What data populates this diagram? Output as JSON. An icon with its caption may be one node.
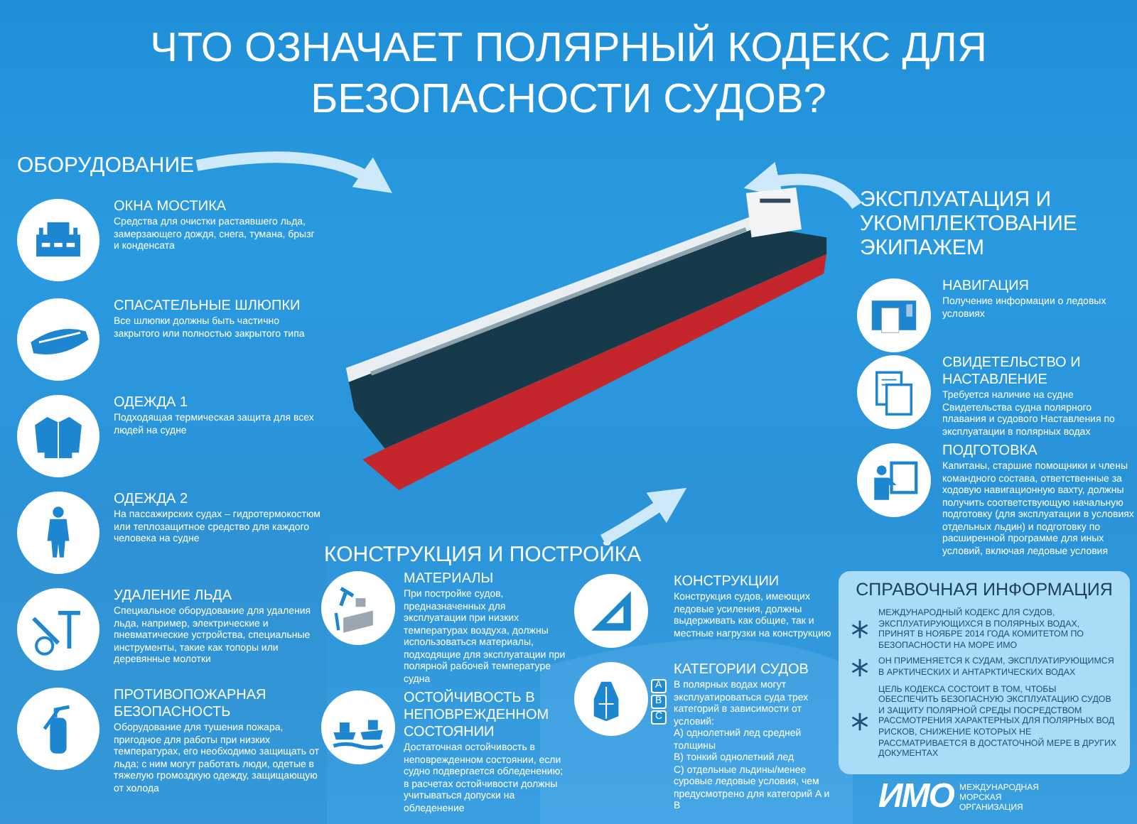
{
  "diagram": {
    "title": "ЧТО ОЗНАЧАЕТ ПОЛЯРНЫЙ КОДЕКС ДЛЯ БЕЗОПАСНОСТИ СУДОВ?",
    "nodes": [
      {
        "text": [
          "ОБОРУДОВАНИЕ"
        ]
      },
      {
        "text": [
          "ОКНА МОСТИКА",
          "Средства для очистки растаявшего льда, замерзающего дождя, снега, тумана, брызг и конденсата"
        ]
      },
      {
        "text": [
          "СПАСАТЕЛЬНЫЕ ШЛЮПКИ",
          "Все шлюпки должны быть частично закрытого или полностью закрытого типа"
        ]
      },
      {
        "text": [
          "ОДЕЖДА 1",
          "Подходящая термическая защита для всех людей на судне"
        ]
      },
      {
        "text": [
          "ОДЕЖДА 2",
          "На пассажирских судах – гидротермокостюм или теплозащитное средство для каждого человека на судне"
        ]
      },
      {
        "text": [
          "УДАЛЕНИЕ ЛЬДА",
          "Специальное оборудование для удаления льда, например, электрические и пневматические устройства, специальные инструменты, такие как топоры или деревянные молотки"
        ]
      },
      {
        "text": [
          "ПРОТИВОПОЖАРНАЯ БЕЗОПАСНОСТЬ",
          "Оборудование для тушения пожара, пригодное для работы при низких температурах, его необходимо защищать от льда; с ним могут работать люди, одетые в тяжелую громоздкую одежду, защищающую от холода"
        ]
      },
      {
        "text": [],
        "shape": "picture"
      },
      {
        "text": [
          "ЭКСПЛУАТАЦИЯ И УКОМПЛЕКТОВАНИЕ ЭКИПАЖЕМ"
        ]
      },
      {
        "text": [
          "НАВИГАЦИЯ",
          "Получение информации о ледовых условиях"
        ]
      },
      {
        "text": [
          "СВИДЕТЕЛЬСТВО И НАСТАВЛЕНИЕ",
          "Требуется наличие на судне Свидетельства судна полярного плавания и судового Наставления по эксплуатации в полярных водах"
        ]
      },
      {
        "text": [
          "ПОДГОТОВКА",
          "Капитаны, старшие помощники и члены командного состава, ответственные за ходовую навигационную вахту, должны получить соответствующую начальную подготовку (для эксплуатации в условиях отдельных льдин) и подготовку по расширенной программе для иных условий, включая ледовые условия"
        ]
      },
      {
        "text": [
          "КОНСТРУКЦИЯ И ПОСТРОЙКА"
        ]
      },
      {
        "text": [
          "МАТЕРИАЛЫ",
          "При постройке судов, предназначенных для эксплуатации при низких температурах воздуха, должны использоваться материалы, подходящие для эксплуатации при полярной рабочей температуре судна"
        ]
      },
      {
        "text": [
          "КОНСТРУКЦИИ",
          "Конструкция судов, имеющих ледовые усиления, должны выдерживать как общие, так и местные нагрузки на конструкцию"
        ]
      },
      {
        "text": [
          "ОСТОЙЧИВОСТЬ В НЕПОВРЕЖДЕННОМ СОСТОЯНИИ",
          "Достаточная остойчивость в неповрежденном состоянии, если судно подвергается обледенению; в расчетах остойчивости должны учитываться допуски на обледенение"
        ]
      },
      {
        "text": [
          "КАТЕГОРИИ СУДОВ",
          "В полярных водах могут эксплуатироваться суда трех категорий в зависимости от условий:",
          "A) однолетний лед средней толщины",
          "B) тонкий однолетний лед",
          "C) отдельные льдины/менее суровые ледовые условия, чем предусмотрено для категорий A и B"
        ]
      },
      {
        "text": [
          "СПРАВОЧНАЯ ИНФОРМАЦИЯ",
          "МЕЖДУНАРОДНЫЙ КОДЕКС ДЛЯ СУДОВ, ЭКСПЛУАТИРУЮЩИХСЯ В ПОЛЯРНЫХ ВОДАХ, ПРИНЯТ В НОЯБРЕ 2014 ГОДА КОМИТЕТОМ ПО БЕЗОПАСНОСТИ НА МОРЕ ИМО",
          "ОН ПРИМЕНЯЕТСЯ К СУДАМ, ЭКСПЛУАТИРУЮЩИМСЯ В АРКТИЧЕСКИХ И АНТАРКТИЧЕСКИХ ВОДАХ",
          "ЦЕЛЬ КОДЕКСА СОСТОИТ В ТОМ, ЧТОБЫ ОБЕСПЕЧИТЬ БЕЗОПАСНУЮ ЭКСПЛУАТАЦИЮ СУДОВ И ЗАЩИТУ ПОЛЯРНОЙ СРЕДЫ ПОСРЕДСТВОМ РАССМОТРЕНИЯ ХАРАКТЕРНЫХ ДЛЯ ПОЛЯРНЫХ ВОД РИСКОВ, СНИЖЕНИЕ КОТОРЫХ НЕ РАССМАТРИВАЕТСЯ В ДОСТАТОЧНОЙ МЕРЕ В ДРУГИХ ДОКУМЕНТАХ"
        ]
      }
    ],
    "edges": [
      {
        "from": 0,
        "to": 7,
        "arrow": "to"
      },
      {
        "from": 8,
        "to": 7,
        "arrow": "to"
      },
      {
        "from": 12,
        "to": 7,
        "arrow": "to"
      }
    ],
    "labels": [
      "A",
      "B",
      "C",
      "ИМО",
      "МЕЖДУНАРОДНАЯ МОРСКАЯ ОРГАНИЗАЦИЯ"
    ]
  }
}
